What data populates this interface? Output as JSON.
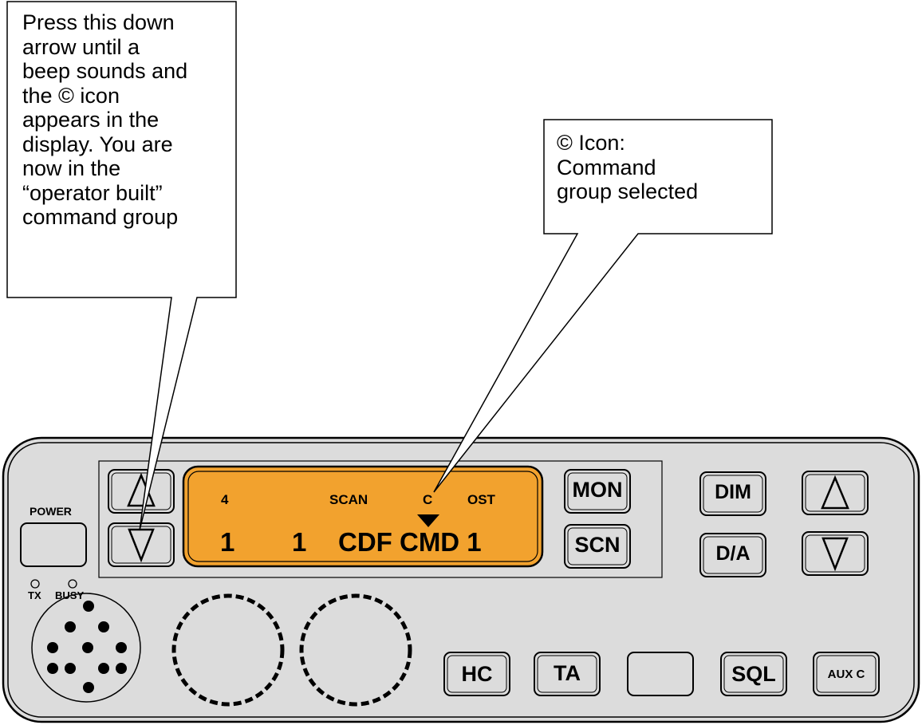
{
  "callouts": {
    "left": "Press this down\narrow until a\nbeep sounds and\nthe © icon\nappears in the\ndisplay.  You are\nnow in the\n“operator built”\ncommand group",
    "right": "© Icon:\nCommand\ngroup selected"
  },
  "panel": {
    "power_label": "POWER",
    "tx_label": "TX",
    "busy_label": "BUSY"
  },
  "display": {
    "top_left": "4",
    "scan": "SCAN",
    "c_icon": "C",
    "ost": "OST",
    "group_number": "1",
    "channel_number": "1",
    "channel_name": "CDF CMD 1"
  },
  "buttons": {
    "mon": "MON",
    "scn": "SCN",
    "dim": "DIM",
    "da": "D/A",
    "hc": "HC",
    "ta": "TA",
    "blank": "",
    "sql": "SQL",
    "aux": "AUX C"
  },
  "icons": {
    "up_arrow": "triangle-up-icon",
    "down_arrow": "triangle-down-icon"
  },
  "colors": {
    "panel_fill": "#dcdcdc",
    "display_fill": "#f2a22e",
    "stroke": "#000000"
  }
}
